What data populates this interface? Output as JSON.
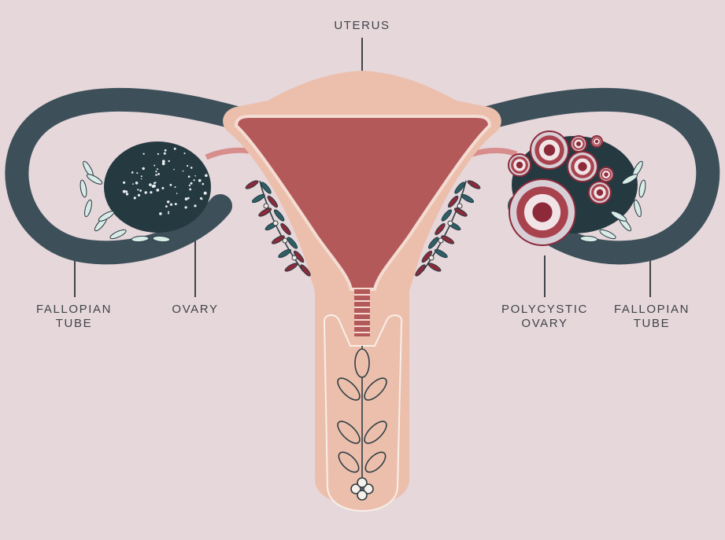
{
  "labels": {
    "uterus": "UTERUS",
    "fallopian_tube_left": {
      "line1": "FALLOPIAN",
      "line2": "TUBE"
    },
    "ovary": "OVARY",
    "polycystic_ovary": {
      "line1": "POLYCYSTIC",
      "line2": "OVARY"
    },
    "fallopian_tube_right": {
      "line1": "FALLOPIAN",
      "line2": "TUBE"
    }
  },
  "colors": {
    "background": "#e6d7db",
    "tube": "#3d5059",
    "uterus_outer": "#ecbfac",
    "uterus_cavity": "#b4595a",
    "ovary": "#253941",
    "leaf_light": "#d8ebe6",
    "leaf_teal": "#2f5f66",
    "leaf_maroon": "#8c2a3a",
    "label_line": "#3f4448"
  }
}
